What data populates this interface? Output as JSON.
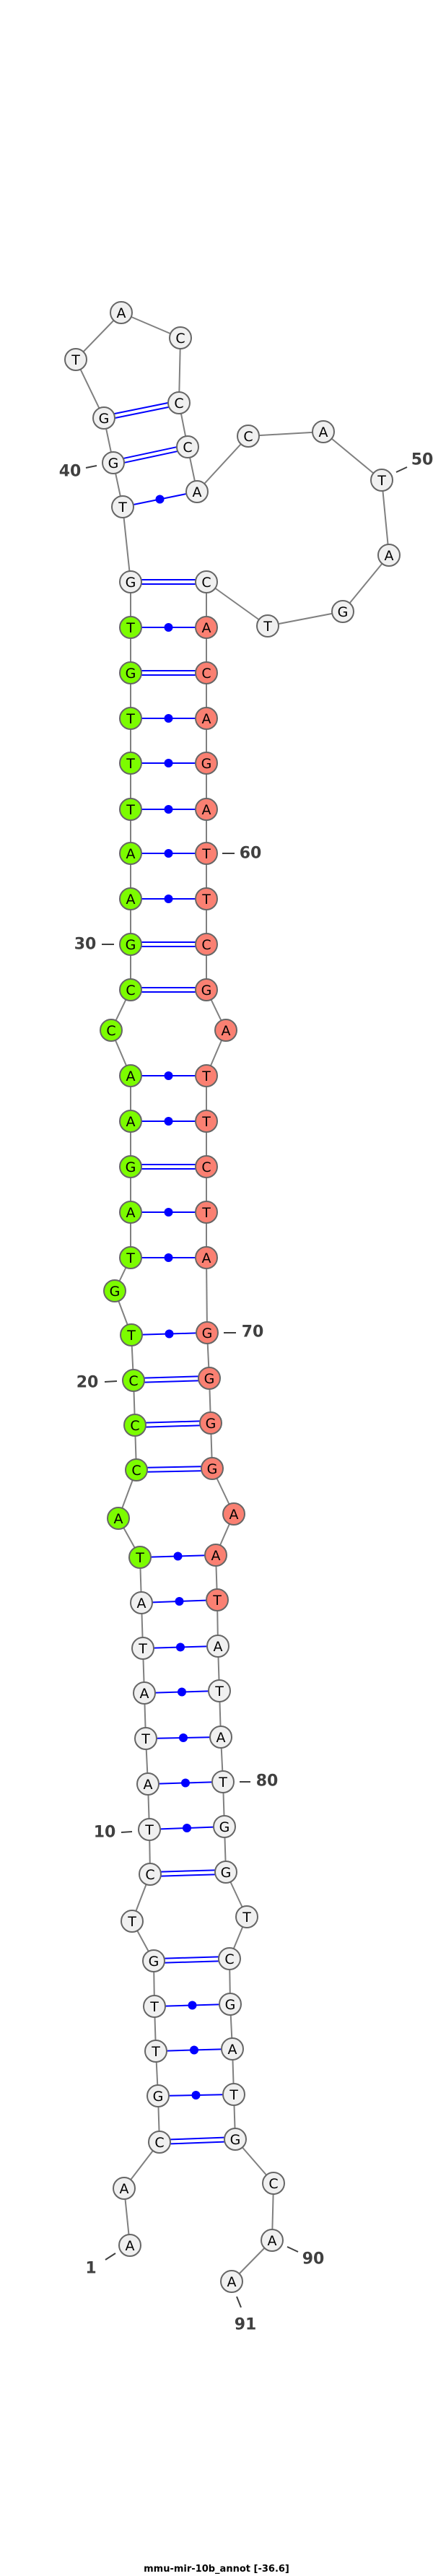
{
  "title": "mmu-mir-10b_annot [-36.6]",
  "sequence": [
    "A",
    "A",
    "C",
    "G",
    "T",
    "T",
    "G",
    "T",
    "C",
    "T",
    "A",
    "T",
    "A",
    "T",
    "A",
    "T",
    "A",
    "C",
    "C",
    "C",
    "T",
    "G",
    "T",
    "A",
    "G",
    "A",
    "A",
    "C",
    "C",
    "G",
    "A",
    "A",
    "T",
    "T",
    "T",
    "G",
    "T",
    "G",
    "T",
    "G",
    "G",
    "T",
    "A",
    "C",
    "C",
    "C",
    "A",
    "C",
    "A",
    "T",
    "A",
    "G",
    "T",
    "C",
    "A",
    "C",
    "A",
    "G",
    "A",
    "T",
    "T",
    "C",
    "G",
    "A",
    "T",
    "T",
    "C",
    "T",
    "A",
    "G",
    "G",
    "G",
    "G",
    "A",
    "A",
    "T",
    "A",
    "T",
    "A",
    "T",
    "G",
    "G",
    "T",
    "C",
    "G",
    "A",
    "T",
    "G",
    "C",
    "A",
    "A"
  ],
  "pairs": [
    [
      3,
      88
    ],
    [
      4,
      87
    ],
    [
      5,
      86
    ],
    [
      6,
      85
    ],
    [
      7,
      84
    ],
    [
      9,
      82
    ],
    [
      10,
      81
    ],
    [
      11,
      80
    ],
    [
      12,
      79
    ],
    [
      13,
      78
    ],
    [
      14,
      77
    ],
    [
      15,
      76
    ],
    [
      16,
      75
    ],
    [
      18,
      73
    ],
    [
      19,
      72
    ],
    [
      20,
      71
    ],
    [
      21,
      70
    ],
    [
      23,
      69
    ],
    [
      24,
      68
    ],
    [
      25,
      67
    ],
    [
      26,
      66
    ],
    [
      27,
      65
    ],
    [
      29,
      63
    ],
    [
      30,
      62
    ],
    [
      31,
      61
    ],
    [
      32,
      60
    ],
    [
      33,
      59
    ],
    [
      34,
      58
    ],
    [
      35,
      57
    ],
    [
      36,
      56
    ],
    [
      37,
      55
    ],
    [
      38,
      54
    ],
    [
      39,
      47
    ],
    [
      40,
      46
    ],
    [
      41,
      45
    ]
  ],
  "highlights": [
    {
      "name": "mature-5p",
      "start": 16,
      "end": 37,
      "color": "#7cfc00"
    },
    {
      "name": "mature-3p",
      "start": 55,
      "end": 76,
      "color": "#fa8072"
    }
  ],
  "position_labels": [
    "1",
    "10",
    "20",
    "30",
    "40",
    "50",
    "60",
    "70",
    "80",
    "90",
    "91"
  ],
  "colors": {
    "default_fill": "#f0f0f0",
    "outline": "#666666",
    "backbone": "#808080",
    "pair": "#0000ff",
    "label": "#404040"
  }
}
